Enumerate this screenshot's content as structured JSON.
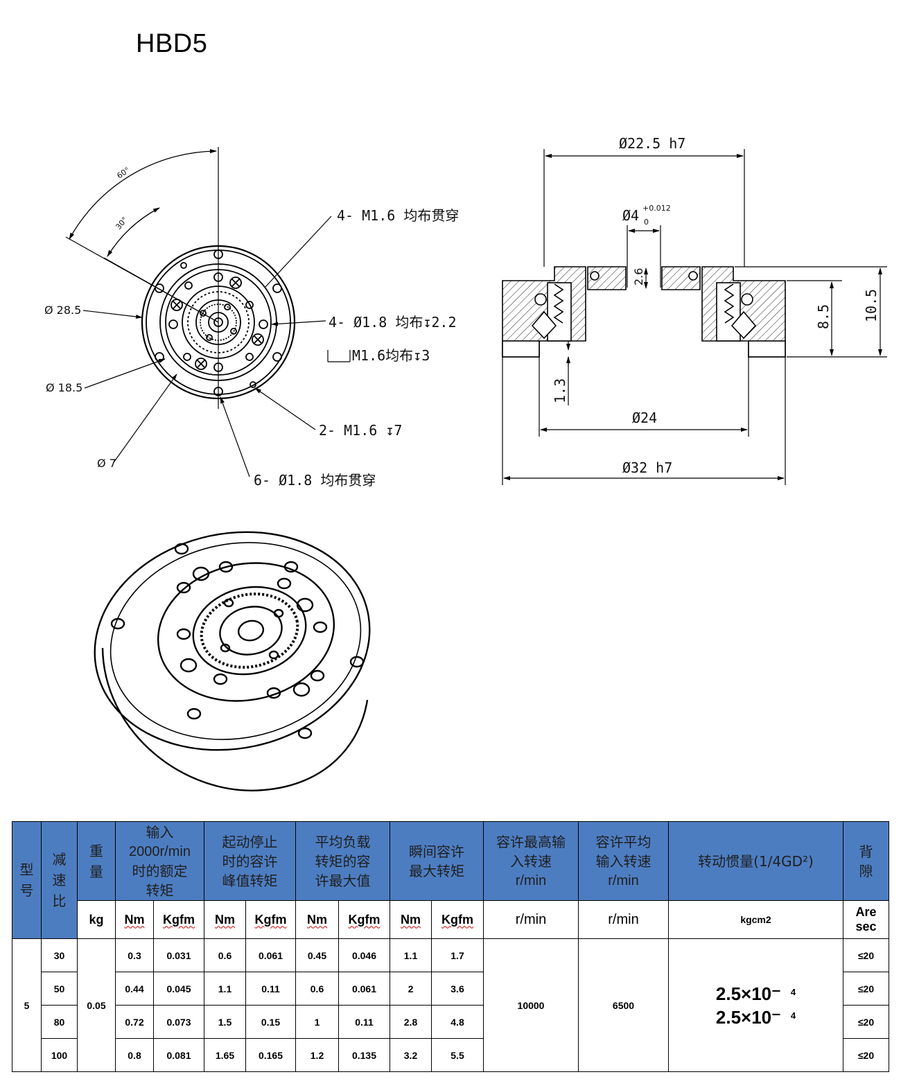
{
  "title": "HBD5",
  "front_view": {
    "angle_60": "60°",
    "angle_30": "30°",
    "dia_28_5": "Ø 28.5",
    "dia_18_5": "Ø 18.5",
    "dia_7": "Ø 7",
    "callout_m16_through": "4- M1.6 均布贯穿",
    "callout_18_depth": "4- Ø1.8 均布↧2.2",
    "callout_m16_cbore": "M1.6均布↧3",
    "callout_2m16": "2- M1.6 ↧7",
    "callout_6_18": "6- Ø1.8 均布贯穿"
  },
  "section_view": {
    "dia_22_5": "Ø22.5 h7",
    "dia_4": "Ø4",
    "dia_4_upper": "+0.012",
    "dia_4_lower": "0",
    "dim_2_6": "2.6",
    "dim_8_5": "8.5",
    "dim_10_5": "10.5",
    "dim_1_3": "1.3",
    "dia_24": "Ø24",
    "dia_32": "Ø32 h7"
  },
  "table": {
    "headers": {
      "model": "型号",
      "ratio": "减速比",
      "weight": "重量",
      "rated_torque": "输入2000r/min时的额定转矩",
      "rated_torque_l1": "输入",
      "rated_torque_l2": "2000r/min",
      "rated_torque_l3": "时的额定",
      "rated_torque_l4": "转矩",
      "start_stop_l1": "起动停止",
      "start_stop_l2": "时的容许",
      "start_stop_l3": "峰值转矩",
      "avg_load_l1": "平均负载",
      "avg_load_l2": "转矩的容",
      "avg_load_l3": "许最大值",
      "instant_l1": "瞬间容许",
      "instant_l2": "最大转矩",
      "max_input_l1": "容许最高输",
      "max_input_l2": "入转速",
      "max_input_l3": "r/min",
      "avg_input_l1": "容许平均",
      "avg_input_l2": "输入转速",
      "avg_input_l3": "r/min",
      "inertia": "转动惯量(1/4GD²)",
      "backlash_l1": "背",
      "backlash_l2": "隙"
    },
    "units": {
      "kg": "kg",
      "nm": "Nm",
      "kgfm": "Kgfm",
      "rmin": "r/min",
      "kgcm2": "kgcm2",
      "arc_l1": "Are",
      "arc_l2": "sec"
    },
    "model": "5",
    "weight": "0.05",
    "max_input_speed": "10000",
    "avg_input_speed": "6500",
    "inertia_base": "2.5×10⁻",
    "inertia_exp": "4",
    "rows": [
      {
        "ratio": "30",
        "rated_nm": "0.3",
        "rated_kgfm": "0.031",
        "peak_nm": "0.6",
        "peak_kgfm": "0.061",
        "avg_nm": "0.45",
        "avg_kgfm": "0.046",
        "inst_nm": "1.1",
        "inst_kgfm": "1.7",
        "backlash": "≤20"
      },
      {
        "ratio": "50",
        "rated_nm": "0.44",
        "rated_kgfm": "0.045",
        "peak_nm": "1.1",
        "peak_kgfm": "0.11",
        "avg_nm": "0.6",
        "avg_kgfm": "0.061",
        "inst_nm": "2",
        "inst_kgfm": "3.6",
        "backlash": "≤20"
      },
      {
        "ratio": "80",
        "rated_nm": "0.72",
        "rated_kgfm": "0.073",
        "peak_nm": "1.5",
        "peak_kgfm": "0.15",
        "avg_nm": "1",
        "avg_kgfm": "0.11",
        "inst_nm": "2.8",
        "inst_kgfm": "4.8",
        "backlash": "≤20"
      },
      {
        "ratio": "100",
        "rated_nm": "0.8",
        "rated_kgfm": "0.081",
        "peak_nm": "1.65",
        "peak_kgfm": "0.165",
        "avg_nm": "1.2",
        "avg_kgfm": "0.135",
        "inst_nm": "3.2",
        "inst_kgfm": "5.5",
        "backlash": "≤20"
      }
    ]
  }
}
